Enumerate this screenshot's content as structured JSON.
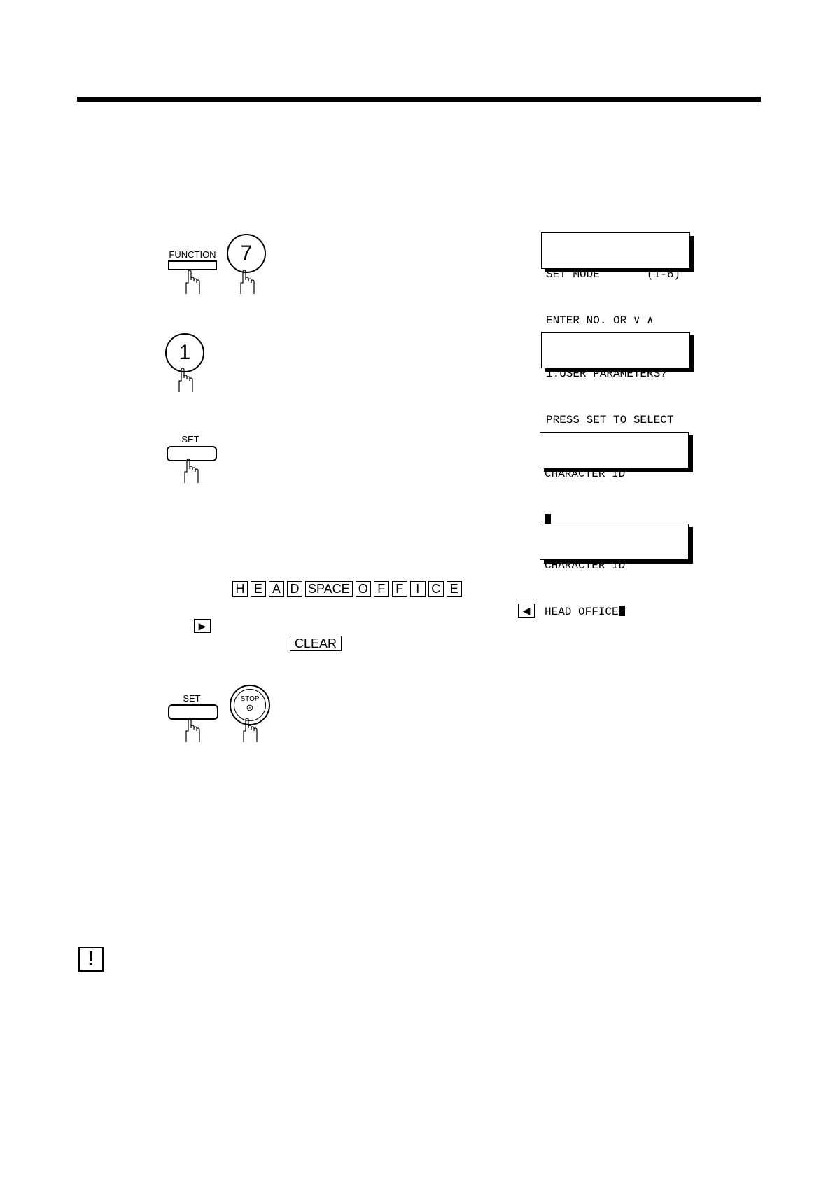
{
  "keys": {
    "function_label": "FUNCTION",
    "seven": "7",
    "one": "1",
    "set_label": "SET",
    "stop_label": "STOP",
    "stop_symbol": "⊙",
    "clear_label": "CLEAR",
    "left_arrow": "◀",
    "right_arrow": "▶",
    "sequence": [
      "H",
      "E",
      "A",
      "D",
      "SPACE",
      "O",
      "F",
      "F",
      "I",
      "C",
      "E"
    ]
  },
  "displays": [
    {
      "line1": "SET MODE       (1-6)",
      "line2": "ENTER NO. OR ∨ ∧"
    },
    {
      "line1": "1:USER PARAMETERS?",
      "line2": "PRESS SET TO SELECT"
    },
    {
      "line1": "CHARACTER ID",
      "line2": ""
    },
    {
      "line1": "CHARACTER ID",
      "line2": "HEAD OFFICE"
    }
  ],
  "note_icon": "!"
}
